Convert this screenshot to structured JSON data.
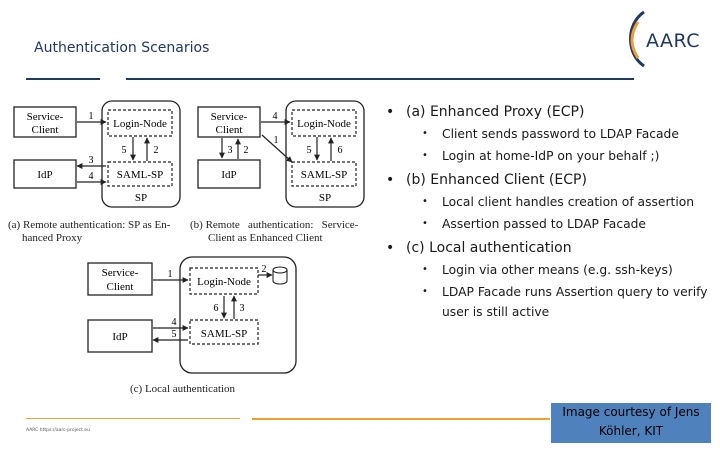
{
  "slide": {
    "title": "Authentication Scenarios",
    "logo_text": "AARC",
    "credit": [
      "Image courtesy of Jens",
      "Köhler, KIT"
    ],
    "footer_text": "AARC https://aarc-project.eu"
  },
  "diagram_a": {
    "client": [
      "Service-",
      "Client"
    ],
    "login_node": "Login-Node",
    "idp": "IdP",
    "saml_sp": "SAML-SP",
    "sp": "SP",
    "n1": "1",
    "n2": "2",
    "n3": "3",
    "n4": "4",
    "n5": "5",
    "caption": [
      "(a) Remote authentication: SP as En-",
      "hanced Proxy"
    ]
  },
  "diagram_b": {
    "client": [
      "Service-",
      "Client"
    ],
    "login_node": "Login-Node",
    "idp": "IdP",
    "saml_sp": "SAML-SP",
    "sp": "SP",
    "n1": "1",
    "n2": "2",
    "n3": "3",
    "n4": "4",
    "n5": "5",
    "n6": "6",
    "caption": [
      "(b) Remote   authentication:   Service-",
      "Client as Enhanced Client"
    ]
  },
  "diagram_c": {
    "client": [
      "Service-",
      "Client"
    ],
    "login_node": "Login-Node",
    "idp": "IdP",
    "saml_sp": "SAML-SP",
    "n1": "1",
    "n2": "2",
    "n3": "3",
    "n4": "4",
    "n5": "5",
    "n6": "6",
    "caption": "(c) Local authentication"
  },
  "bullets": [
    {
      "text": "(a) Enhanced Proxy (ECP)",
      "sub": [
        "Client sends password to LDAP Facade",
        "Login at home-IdP on your behalf ;)"
      ]
    },
    {
      "text": "(b) Enhanced Client (ECP)",
      "sub": [
        "Local client handles creation of assertion",
        "Assertion passed to LDAP Facade"
      ]
    },
    {
      "text": "(c) Local authentication",
      "sub": [
        "Login via other means (e.g. ssh-keys)",
        "LDAP Facade runs Assertion query to verify user is still active"
      ]
    }
  ],
  "colors": {
    "accent_blue": "#1f3864",
    "accent_orange": "#f0a030",
    "credit_bg": "#4f81bd"
  }
}
